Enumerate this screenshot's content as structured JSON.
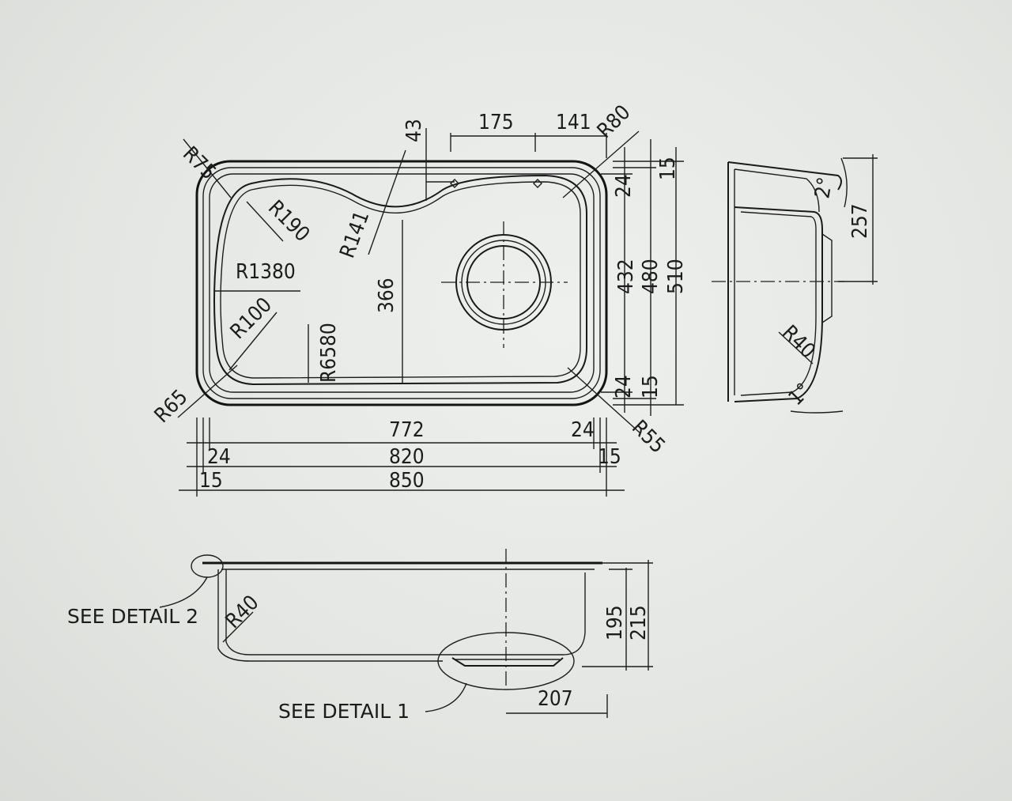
{
  "top_view": {
    "radii": {
      "r75": "R75",
      "r190": "R190",
      "r141": "R141",
      "r1380": "R1380",
      "r100": "R100",
      "r6580": "R6580",
      "r65": "R65",
      "r80": "R80",
      "r55": "R55"
    },
    "dims": {
      "d43": "43",
      "d175": "175",
      "d141": "141",
      "d366": "366",
      "d24_top": "24",
      "d15_top": "15",
      "d432": "432",
      "d480": "480",
      "d510": "510",
      "d24_bot": "24",
      "d15_bot": "15",
      "d772": "772",
      "d24_right": "24",
      "d24_left": "24",
      "d820": "820",
      "d15_right": "15",
      "d15_left": "15",
      "d850": "850"
    }
  },
  "side_view": {
    "angle_top": "2°",
    "d257": "257",
    "r40": "R40",
    "angle_bottom": "1°"
  },
  "front_view": {
    "detail2": "SEE DETAIL 2",
    "detail1": "SEE DETAIL 1",
    "r40": "R40",
    "d195": "195",
    "d215": "215",
    "d207": "207"
  }
}
